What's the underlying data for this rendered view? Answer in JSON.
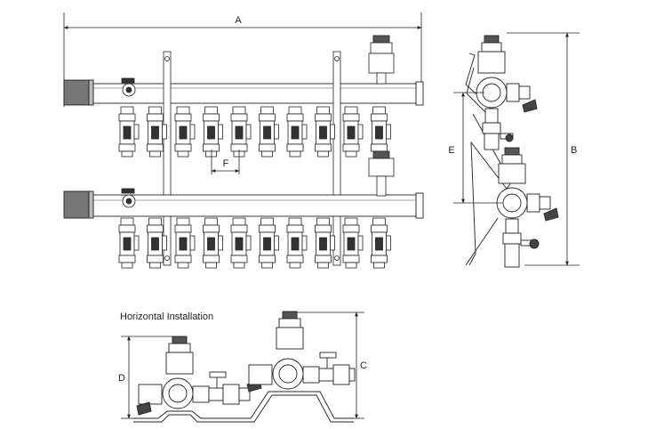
{
  "diagram": {
    "dimension_labels": {
      "a": "A",
      "b": "B",
      "c": "C",
      "d": "D",
      "e": "E",
      "f": "F"
    },
    "horizontal_caption": "Horizontal Installation",
    "manifold": {
      "bars": 2,
      "outlets_per_bar": 10
    }
  }
}
